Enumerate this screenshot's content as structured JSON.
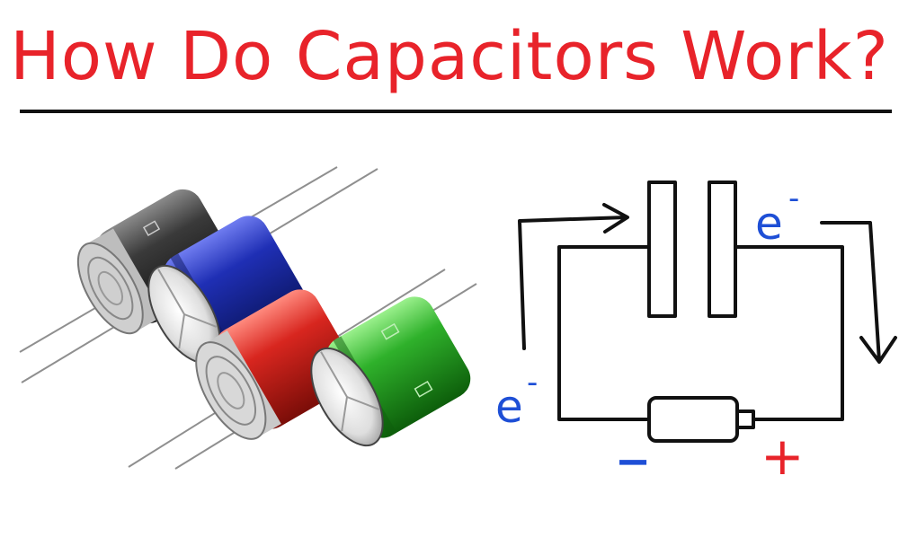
{
  "title": "How Do Capacitors Work?",
  "colors": {
    "title": "#e8232a",
    "electron_label": "#1e4fd6",
    "polarity_minus": "#1e4fd6",
    "polarity_plus": "#e8232a",
    "wire": "#111111",
    "capacitor_black": "#3a3a3a",
    "capacitor_blue": "#1f2fb5",
    "capacitor_red": "#d8261f",
    "capacitor_green": "#2fb12b"
  },
  "circuit": {
    "electron_left": "e",
    "electron_left_sup": "-",
    "electron_right": "e",
    "electron_right_sup": "-",
    "minus_sign": "−",
    "plus_sign": "+"
  }
}
